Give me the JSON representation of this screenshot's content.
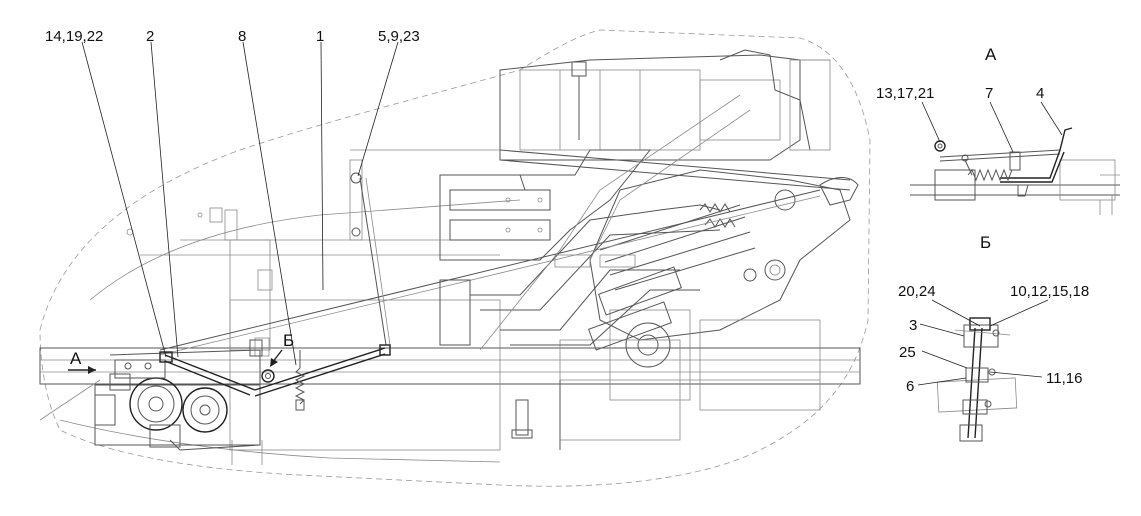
{
  "labels": {
    "callout_14_19_22": "14,19,22",
    "callout_2": "2",
    "callout_8": "8",
    "callout_1": "1",
    "callout_5_9_23": "5,9,23",
    "view_a_arrow": "А",
    "view_b_arrow": "Б",
    "view_a_title": "А",
    "callout_13_17_21": "13,17,21",
    "callout_7": "7",
    "callout_4": "4",
    "view_b_title": "Б",
    "callout_20_24": "20,24",
    "callout_10_12_15_18": "10,12,15,18",
    "callout_3": "3",
    "callout_25": "25",
    "callout_11_16": "11,16",
    "callout_6": "6"
  }
}
